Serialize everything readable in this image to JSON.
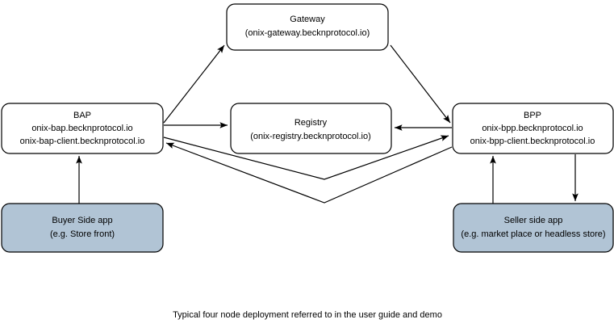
{
  "diagram": {
    "type": "network-deployment-diagram",
    "caption": "Typical four node deployment referred to in the user guide and demo",
    "colors": {
      "node_fill": "#ffffff",
      "shaded_fill": "#b1c4d5",
      "stroke": "#000000",
      "background": "#ffffff"
    },
    "nodes": [
      {
        "id": "gateway",
        "title": "Gateway",
        "subtitle": "(onix-gateway.becknprotocol.io)",
        "style": "plain"
      },
      {
        "id": "bap",
        "title": "BAP",
        "line2": "onix-bap.becknprotocol.io",
        "line3": "onix-bap-client.becknprotocol.io",
        "style": "plain"
      },
      {
        "id": "registry",
        "title": "Registry",
        "subtitle": "(onix-registry.becknprotocol.io)",
        "style": "plain"
      },
      {
        "id": "bpp",
        "title": "BPP",
        "line2": "onix-bpp.becknprotocol.io",
        "line3": "onix-bpp-client.becknprotocol.io",
        "style": "plain"
      },
      {
        "id": "buyer-app",
        "title": "Buyer Side app",
        "subtitle": "(e.g. Store front)",
        "style": "shaded"
      },
      {
        "id": "seller-app",
        "title": "Seller side app",
        "subtitle": "(e.g. market place or headless store)",
        "style": "shaded"
      }
    ],
    "edges": [
      {
        "id": "bap-to-gateway",
        "from": "bap",
        "to": "gateway",
        "arrow": "to"
      },
      {
        "id": "gateway-to-bpp",
        "from": "gateway",
        "to": "bpp",
        "arrow": "to"
      },
      {
        "id": "bap-to-registry",
        "from": "bap",
        "to": "registry",
        "arrow": "to"
      },
      {
        "id": "bpp-to-registry",
        "from": "bpp",
        "to": "registry",
        "arrow": "to"
      },
      {
        "id": "bap-to-bpp",
        "from": "bap",
        "to": "bpp",
        "arrow": "to"
      },
      {
        "id": "bpp-to-bap",
        "from": "bpp",
        "to": "bap",
        "arrow": "to"
      },
      {
        "id": "buyer-app-to-bap",
        "from": "buyer-app",
        "to": "bap",
        "arrow": "to"
      },
      {
        "id": "seller-app-to-bpp",
        "from": "seller-app",
        "to": "bpp",
        "arrow": "to"
      },
      {
        "id": "bpp-to-seller-app",
        "from": "bpp",
        "to": "seller-app",
        "arrow": "to"
      }
    ]
  }
}
